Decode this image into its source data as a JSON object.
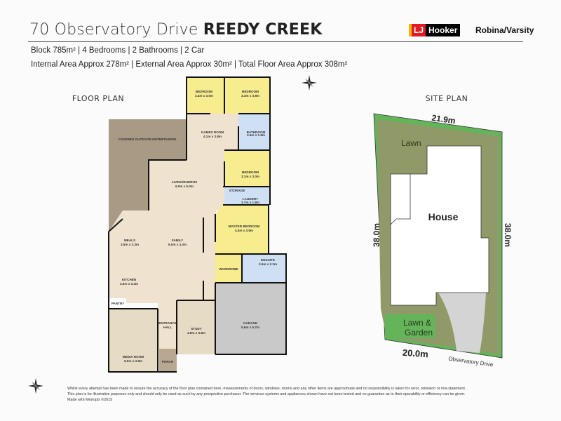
{
  "header": {
    "address": "70 Observatory Drive",
    "suburb": "REEDY CREEK",
    "summary": "Block 785m² | 4 Bedrooms | 2 Bathrooms | 2 Car",
    "areas": "Internal Area Approx 278m² | External Area Approx 30m² | Total Floor Area Approx 308m²",
    "logo_lj": "LJ",
    "logo_name": "Hooker",
    "office": "Robina/Varsity"
  },
  "floor_plan": {
    "title": "FLOOR PLAN",
    "rooms": {
      "bedroom1": {
        "name": "BEDROOM",
        "size": "3.4m x 3.0m"
      },
      "bedroom2": {
        "name": "BEDROOM",
        "size": "3.4m x 3.8m"
      },
      "games": {
        "name": "GAMES ROOM",
        "size": "4.1m x 3.8m"
      },
      "bathroom": {
        "name": "BATHROOM",
        "size": "3.5m x 1.8m"
      },
      "outdoor": {
        "name": "COVERED OUTDOOR ENTERTAINING"
      },
      "bedroom3": {
        "name": "BEDROOM",
        "size": "3.1m x 3.0m"
      },
      "living": {
        "name": "LIVING/RUMPUS",
        "size": "6.0m x 5.0m"
      },
      "storage": {
        "name": "STORAGE"
      },
      "laundry": {
        "name": "LAUNDRY",
        "size": "3.7m x 1.8m"
      },
      "master": {
        "name": "MASTER BEDROOM",
        "size": "4.4m x 3.9m"
      },
      "meals": {
        "name": "MEALS",
        "size": "3.5m x 3.3m"
      },
      "family": {
        "name": "FAMILY",
        "size": "6.0m x 4.3m"
      },
      "wardrobe": {
        "name": "WARDROBE"
      },
      "ensuite": {
        "name": "ENSUITE",
        "size": "3.6m x 2.2m"
      },
      "kitchen": {
        "name": "KITCHEN",
        "size": "3.6m x 3.3m"
      },
      "pantry": {
        "name": "PANTRY"
      },
      "entrance": {
        "name": "ENTRANCE",
        "name2": "HALL"
      },
      "study": {
        "name": "STUDY",
        "size": "4.8m x 3.8m"
      },
      "garage": {
        "name": "GARAGE",
        "size": "5.9m x 5.7m"
      },
      "media": {
        "name": "MEDIA ROOM",
        "size": "6.0m x 3.9m"
      },
      "porch": {
        "name": "PORCH"
      }
    },
    "colors": {
      "bedroom": "#f7ec8e",
      "living": "#efe3cf",
      "wet": "#cfe0f5",
      "garage": "#c9c9c9",
      "outdoor": "#a89a85"
    }
  },
  "site_plan": {
    "title": "SITE PLAN",
    "top_width": "21.9m",
    "bottom_width": "20.0m",
    "left_depth": "38.0m",
    "right_depth": "38.0m",
    "lawn": "Lawn",
    "house": "House",
    "garden1": "Lawn &",
    "garden2": "Garden",
    "street": "Observatory Drive",
    "colors": {
      "lot": "#8f9a68",
      "edge": "#64b45a",
      "driveway": "#d4d4d4"
    }
  },
  "disclaimer": [
    "Whilst every attempt has been made to ensure the accuracy of the floor plan contained here, measurements of doors, windows, rooms and any other items are approximate and no responsibility is taken for error, omission or mis-statement.",
    "This plan is for illustrative purposes only and should only be used as such by any prospective purchaser. The services systems and appliances shown have not been tested and no guarantee as to their operability or efficiency can be given.",
    "Made with Metropix ©2015"
  ]
}
